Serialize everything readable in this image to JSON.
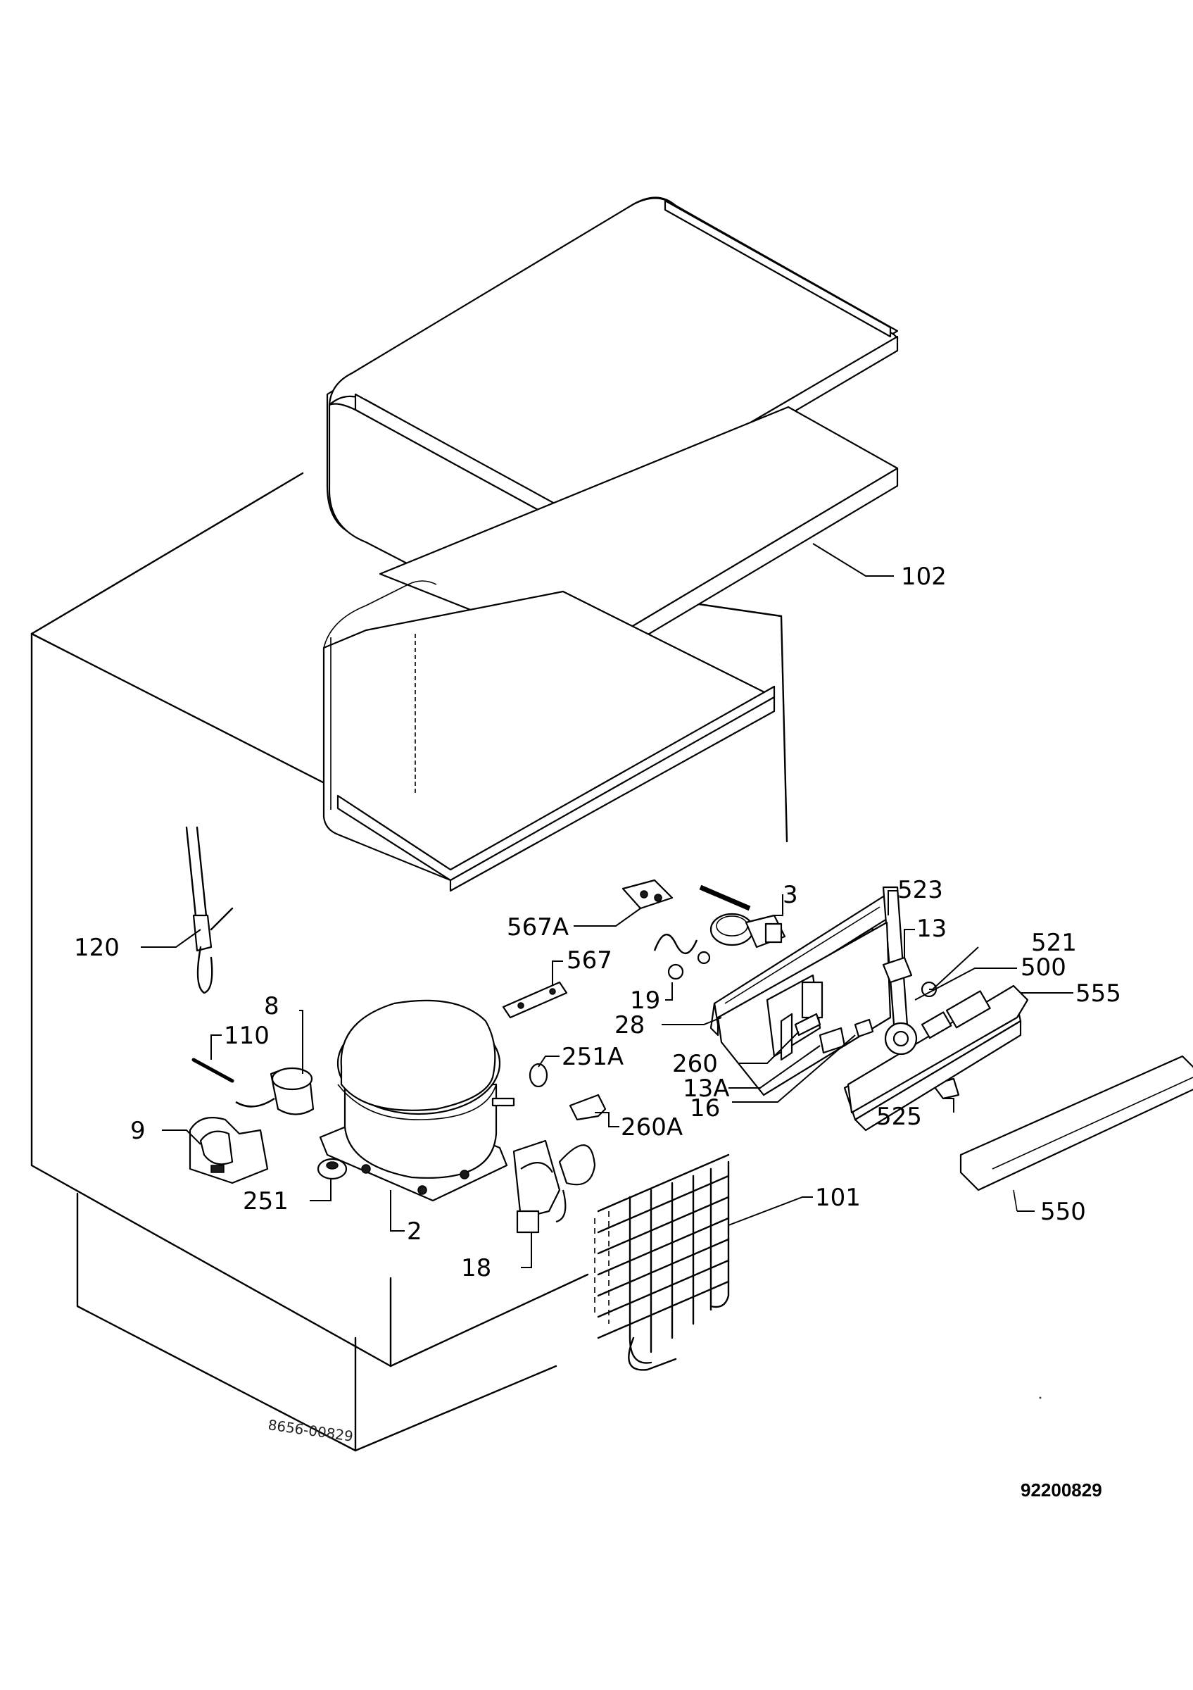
{
  "diagram": {
    "document_number": "92200829",
    "handwritten_reference": "8656-00829",
    "callouts": [
      {
        "id": "c102",
        "text": "102"
      },
      {
        "id": "c3",
        "text": "3"
      },
      {
        "id": "c523",
        "text": "523"
      },
      {
        "id": "c567A",
        "text": "567A"
      },
      {
        "id": "c13",
        "text": "13"
      },
      {
        "id": "c521",
        "text": "521"
      },
      {
        "id": "c120",
        "text": "120"
      },
      {
        "id": "c500",
        "text": "500"
      },
      {
        "id": "c567",
        "text": "567"
      },
      {
        "id": "c555",
        "text": "555"
      },
      {
        "id": "c8",
        "text": "8"
      },
      {
        "id": "c19",
        "text": "19"
      },
      {
        "id": "c28",
        "text": "28"
      },
      {
        "id": "c110",
        "text": "110"
      },
      {
        "id": "c251A",
        "text": "251A"
      },
      {
        "id": "c260",
        "text": "260"
      },
      {
        "id": "c13A",
        "text": "13A"
      },
      {
        "id": "c16",
        "text": "16"
      },
      {
        "id": "c525",
        "text": "525"
      },
      {
        "id": "c9",
        "text": "9"
      },
      {
        "id": "c260A",
        "text": "260A"
      },
      {
        "id": "c101",
        "text": "101"
      },
      {
        "id": "c251",
        "text": "251"
      },
      {
        "id": "c550",
        "text": "550"
      },
      {
        "id": "c2",
        "text": "2"
      },
      {
        "id": "c18",
        "text": "18"
      }
    ]
  }
}
